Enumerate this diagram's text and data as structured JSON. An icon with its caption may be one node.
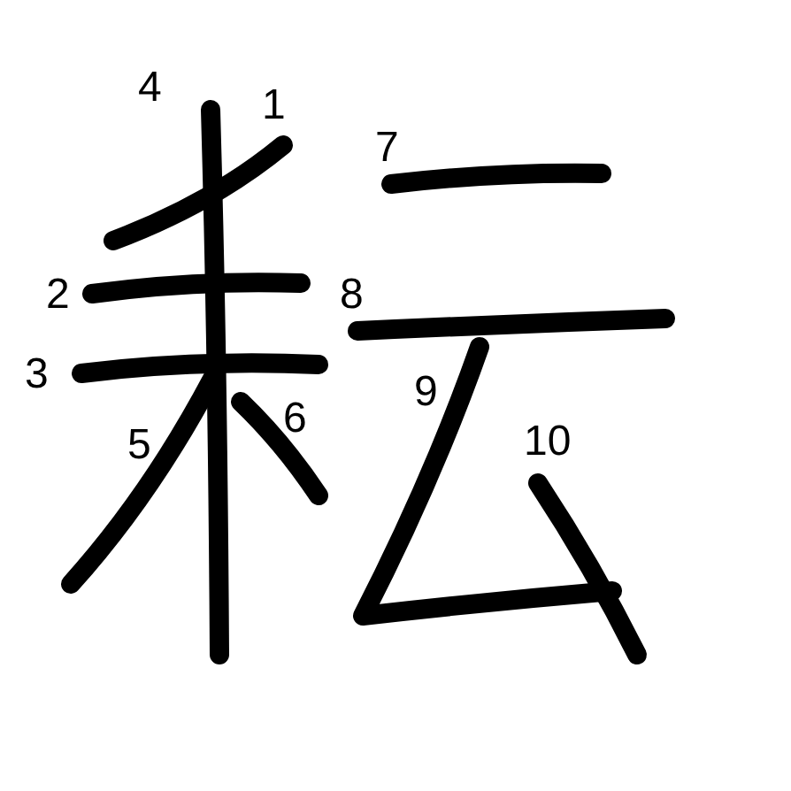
{
  "diagram": {
    "labels": [
      "4",
      "1",
      "7",
      "2",
      "8",
      "3",
      "9",
      "5",
      "6",
      "10"
    ]
  }
}
